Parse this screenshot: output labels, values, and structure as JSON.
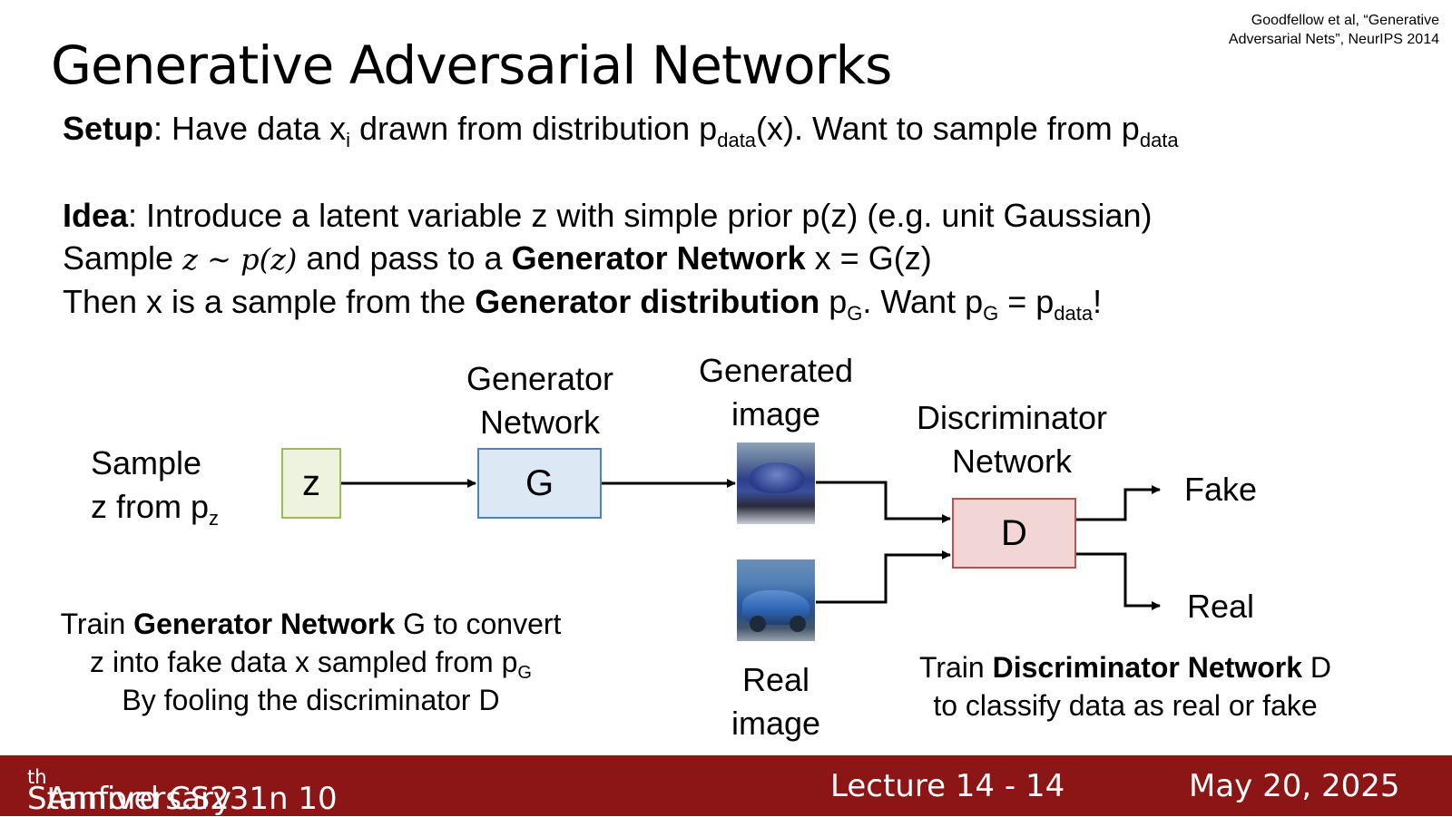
{
  "citation": {
    "line1": "Goodfellow et al, “Generative",
    "line2": "Adversarial Nets”, NeurIPS 2014"
  },
  "title": "Generative Adversarial Networks",
  "setup": {
    "bold": "Setup",
    "text1": ": Have data x",
    "sub1": "i",
    "text2": " drawn from distribution p",
    "sub2": "data",
    "text3": "(x). Want to sample from p",
    "sub3": "data"
  },
  "idea": {
    "bold": "Idea",
    "text": ": Introduce a latent variable z with simple prior p(z) (e.g. unit Gaussian)"
  },
  "sample_line": {
    "text1": "Sample ",
    "math": "z ∼ p(z)",
    "text2": " and pass to a ",
    "bold": "Generator Network",
    "text3": " x = G(z)"
  },
  "then_line": {
    "text1": "Then x is a sample from the ",
    "bold": "Generator distribution",
    "text2": " p",
    "sub1": "G",
    "text3": ". Want p",
    "sub2": "G",
    "text4": " = p",
    "sub3": "data",
    "text5": "!"
  },
  "diagram": {
    "sample_label": {
      "line1": "Sample",
      "line2": "z from p",
      "sub": "z"
    },
    "z_box": "z",
    "generator_label": {
      "line1": "Generator",
      "line2": "Network"
    },
    "g_box": "G",
    "generated_label": {
      "line1": "Generated",
      "line2": "image"
    },
    "real_label": {
      "line1": "Real",
      "line2": "image"
    },
    "discriminator_label": {
      "line1": "Discriminator",
      "line2": "Network"
    },
    "d_box": "D",
    "fake": "Fake",
    "real": "Real"
  },
  "generator_caption": {
    "text1": "Train ",
    "bold": "Generator Network",
    "text2": " G to convert",
    "line2": "z into fake data x sampled from p",
    "line2_sub": "G",
    "line3": "By fooling the discriminator D"
  },
  "discriminator_caption": {
    "text1": "Train ",
    "bold": "Discriminator Network",
    "text2": " D",
    "line2": "to classify data as real or fake"
  },
  "footer": {
    "course": "Stanford CS231n 10",
    "course_sup": "th",
    "course_rest": " Anniversary",
    "lecture": "Lecture 14 -",
    "page": "14",
    "date": "May 20, 2025"
  }
}
